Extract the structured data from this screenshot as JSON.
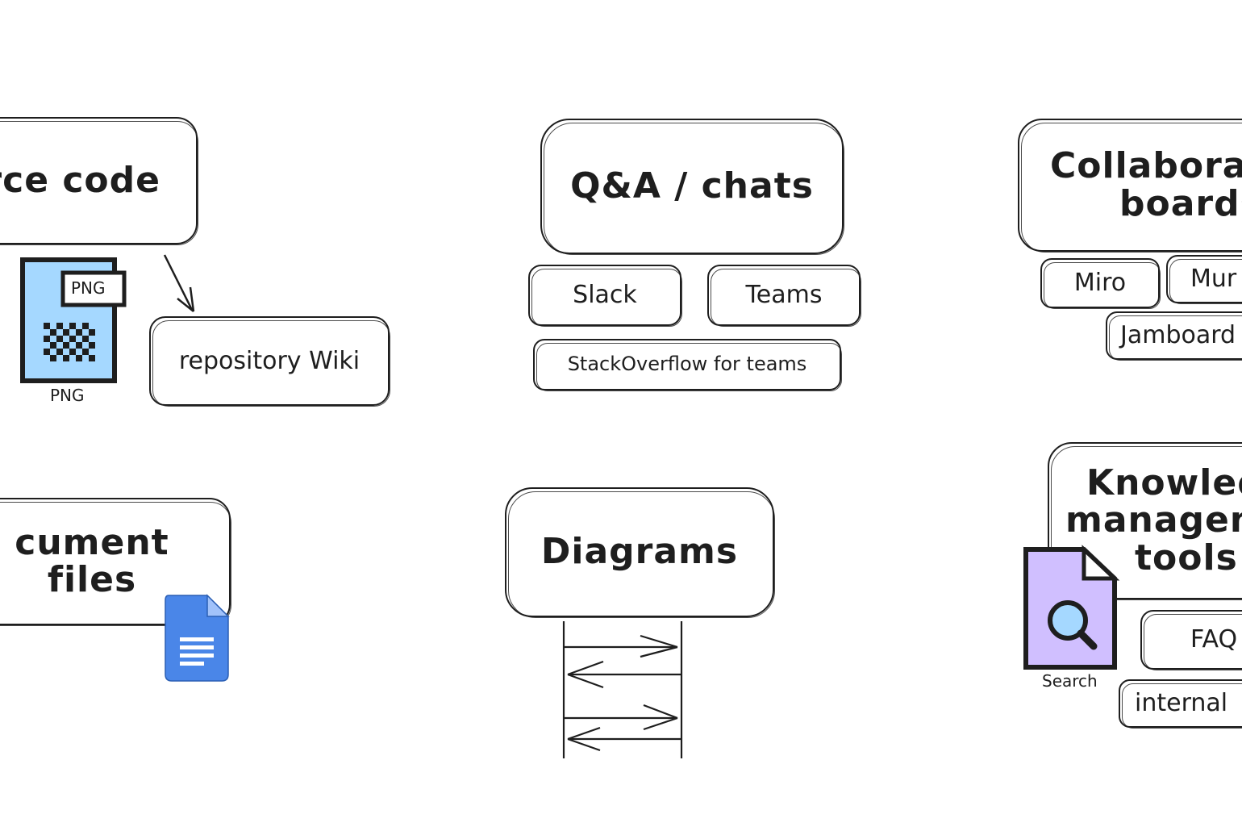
{
  "nodes": {
    "source_code": "rce code",
    "repository_wiki": "repository Wiki",
    "png_badge": "PNG",
    "png_caption": "PNG",
    "qa_chats": "Q&A / chats",
    "slack": "Slack",
    "teams": "Teams",
    "stackoverflow": "StackOverflow for teams",
    "collab_line1": "Collaborat",
    "collab_line2": "boards",
    "miro": "Miro",
    "mural": "Mur",
    "jamboard": "Jamboard",
    "document_files": "cument files",
    "diagrams": "Diagrams",
    "knowledge_line1": "Knowledg",
    "knowledge_line2": "manageme",
    "knowledge_line3": "tools",
    "search_caption": "Search",
    "faq": "FAQ",
    "internal": "internal"
  },
  "colors": {
    "png_fill": "#a5d8ff",
    "doc_fill": "#4a86e8",
    "search_fill": "#d0bfff",
    "stroke": "#1e1e1e"
  }
}
